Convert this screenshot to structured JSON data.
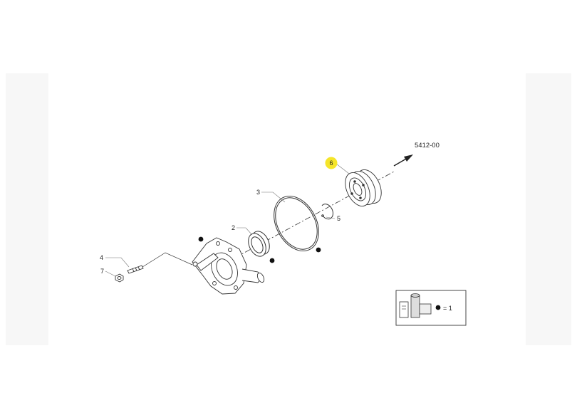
{
  "reference": "5412-00",
  "callouts": [
    {
      "id": "1",
      "label": "6",
      "highlighted": true,
      "highlight_color": "#f5e52a"
    },
    {
      "id": "2",
      "label": "3"
    },
    {
      "id": "3",
      "label": "2"
    },
    {
      "id": "4",
      "label": "5"
    },
    {
      "id": "5",
      "label": "4"
    },
    {
      "id": "6",
      "label": "7"
    }
  ],
  "kit_legend": {
    "text": "= 1"
  },
  "colors": {
    "line": "#333333",
    "frame": "#f7f7f7",
    "highlight": "#f5e52a"
  }
}
